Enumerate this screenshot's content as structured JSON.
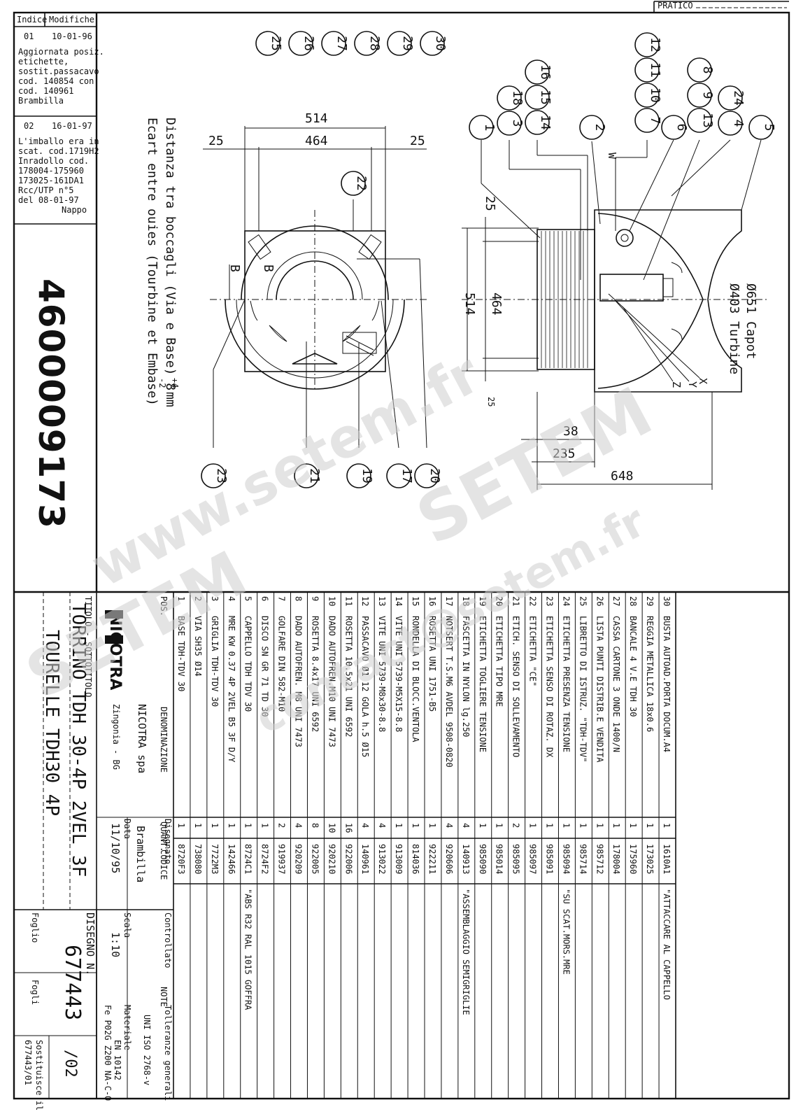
{
  "header": {
    "pratico": "PRATICO"
  },
  "revisions": {
    "col_index": "Indice",
    "col_mod": "Modifiche",
    "rev1": {
      "index": "01",
      "date": "10-01-96",
      "lines": [
        "Aggiornata posiz.",
        "etichette,",
        "sostit.passacavo",
        "cod. 140854 con",
        "cod. 140961",
        "Brambilla"
      ]
    },
    "rev2": {
      "index": "02",
      "date": "16-01-97",
      "lines": [
        "L'imballo era in",
        "scat. cod.1719H2",
        "Inradollo cod.",
        "178004-175960",
        "173025-161DA1",
        "Rcc/UTP n°5",
        "del 08-01-97"
      ],
      "author": "Nappo"
    }
  },
  "big_code": "4600009173",
  "drawing": {
    "note_it": "Distanza tra boccagli (Via e Base) 8",
    "note_tol_plus": "+4",
    "note_tol_minus": "-2",
    "note_unit": "mm",
    "note_fr": "Ecart entre ouies (Tourbine et Embase)",
    "dims": {
      "d514": "514",
      "d464": "464",
      "d25a": "25",
      "d25b": "25",
      "s25a": "25",
      "s514": "514",
      "s464": "464",
      "s25b": "25",
      "d38": "38",
      "d235": "235",
      "d648": "648"
    },
    "cap_dia": "Ø651 Capot",
    "turbine_dia": "Ø403 Turbine",
    "view_labels": {
      "B1": "B",
      "B2": "B",
      "W": "W",
      "X": "X",
      "Y": "Y",
      "Z": "Z"
    },
    "balloons_top": [
      "25",
      "26",
      "27",
      "28",
      "29",
      "30"
    ],
    "balloons_stack1": [
      "16",
      "15",
      "14"
    ],
    "balloons_stack2": [
      "18",
      "3"
    ],
    "balloons_stack3": [
      "12",
      "11",
      "10",
      "7"
    ],
    "balloons_stack4": [
      "8",
      "9",
      "13"
    ],
    "balloons_stack5": [
      "24",
      "4"
    ],
    "balloons_misc": {
      "b1": "1",
      "b2": "2",
      "b5": "5",
      "b6": "6",
      "b22": "22",
      "b23": "23",
      "b21": "21",
      "b19": "19",
      "b17": "17",
      "b20": "20"
    }
  },
  "parts_table": {
    "header_pos": "POS.",
    "header_denom": "DENOMINAZIONE",
    "header_qty": "QUANT.",
    "header_code": "CODICE",
    "header_notes": "NOTE",
    "rows": [
      {
        "pos": "1",
        "name": "BASE TDH-TDV 30",
        "qty": "1",
        "code": "8720F3",
        "note": ""
      },
      {
        "pos": "2",
        "name": "VIA SH35 Ø14",
        "qty": "1",
        "code": "738080",
        "note": ""
      },
      {
        "pos": "3",
        "name": "GRIGLIA TDH-TDV 30",
        "qty": "1",
        "code": "7722M3",
        "note": ""
      },
      {
        "pos": "4",
        "name": "MRE KW 0.37 4P 2VEL B5 3F D/Y",
        "qty": "1",
        "code": "142466",
        "note": ""
      },
      {
        "pos": "5",
        "name": "CAPPELLO TDH TDV 30",
        "qty": "1",
        "code": "8724C1",
        "note": "\"ABS R32 RAL 1015 GOFFRA"
      },
      {
        "pos": "6",
        "name": "DISCO SN GR 71 TD 30",
        "qty": "1",
        "code": "8724F2",
        "note": ""
      },
      {
        "pos": "7",
        "name": "GOLFARE DIN 582-M10",
        "qty": "2",
        "code": "919937",
        "note": ""
      },
      {
        "pos": "8",
        "name": "DADO AUTOFREN. M8 UNI 7473",
        "qty": "4",
        "code": "920209",
        "note": ""
      },
      {
        "pos": "9",
        "name": "ROSETTA 8.4x17 UNI 6592",
        "qty": "8",
        "code": "922005",
        "note": ""
      },
      {
        "pos": "10",
        "name": "DADO AUTOFREN.M10 UNI 7473",
        "qty": "10",
        "code": "920210",
        "note": ""
      },
      {
        "pos": "11",
        "name": "ROSETTA 10.5x21 UNI 6592",
        "qty": "16",
        "code": "922006",
        "note": ""
      },
      {
        "pos": "12",
        "name": "PASSACAVO Ø1 12 GOLA h.5 Ø15",
        "qty": "4",
        "code": "140961",
        "note": ""
      },
      {
        "pos": "13",
        "name": "VITE UNI 5739-M8x30-8.8",
        "qty": "4",
        "code": "913022",
        "note": ""
      },
      {
        "pos": "14",
        "name": "VITE UNI 5739-M5X15-8.8",
        "qty": "1",
        "code": "913009",
        "note": ""
      },
      {
        "pos": "15",
        "name": "RONDELLA DI BLOCC.VENTOLA",
        "qty": "1",
        "code": "814036",
        "note": ""
      },
      {
        "pos": "16",
        "name": "ROSETTA UNI 1751-B5",
        "qty": "1",
        "code": "922211",
        "note": ""
      },
      {
        "pos": "17",
        "name": "NOTSERT T.S.M6 AVDEL 9508-0820",
        "qty": "4",
        "code": "920606",
        "note": ""
      },
      {
        "pos": "18",
        "name": "FASCETTA IN NYLON lg.250",
        "qty": "4",
        "code": "140913",
        "note": "\"ASSEMBLAGGIO SEMIGRIGLIE"
      },
      {
        "pos": "19",
        "name": "ETICHETTA TOGLIERE TENSIONE",
        "qty": "1",
        "code": "985090",
        "note": ""
      },
      {
        "pos": "20",
        "name": "ETICHETTA TIPO MRE",
        "qty": "1",
        "code": "985014",
        "note": ""
      },
      {
        "pos": "21",
        "name": "ETICH. SENSO DI SOLLEVAMENTO",
        "qty": "2",
        "code": "985095",
        "note": ""
      },
      {
        "pos": "22",
        "name": "ETICHETTA \"CE\"",
        "qty": "1",
        "code": "985097",
        "note": ""
      },
      {
        "pos": "23",
        "name": "ETICHETTA SENSO DI ROTAZ. DX",
        "qty": "1",
        "code": "985091",
        "note": ""
      },
      {
        "pos": "24",
        "name": "ETICHETTA PRESENZA TENSIONE",
        "qty": "1",
        "code": "985094",
        "note": "\"SU SCAT.MORS.MRE"
      },
      {
        "pos": "25",
        "name": "LIBRETTO DI ISTRUZ. \"TDH-TDV\"",
        "qty": "1",
        "code": "985714",
        "note": ""
      },
      {
        "pos": "26",
        "name": "LISTA PUNTI DISTRIB.E VENDITA",
        "qty": "1",
        "code": "985712",
        "note": ""
      },
      {
        "pos": "27",
        "name": "CASSA CARTONE 3 ONDE 1400/N",
        "qty": "1",
        "code": "178004",
        "note": ""
      },
      {
        "pos": "28",
        "name": "BANCALE 4 V.E TDH 30",
        "qty": "1",
        "code": "175960",
        "note": ""
      },
      {
        "pos": "29",
        "name": "REGGIA METALLICA 18x0.6",
        "qty": "1",
        "code": "173025",
        "note": ""
      },
      {
        "pos": "30",
        "name": "BUSTA AUTOAD.PORTA DOCUM.A4",
        "qty": "1",
        "code": "1610A1",
        "note": "\"ATTACCARE AL CAPPELLO"
      }
    ]
  },
  "title_block": {
    "label_title": "TITOLO - SOTTOTITOLO",
    "title1": "TORRINO TDH 30-4P 2VEL 3F",
    "title2": "TOURELLE TDH30 4P",
    "logo": "NICOTRA",
    "company": "NICOTRA spa",
    "city": "Zingonia - BG",
    "label_designer": "Disegnato",
    "designer": "Brambilla",
    "label_date": "Data",
    "date": "11/10/95",
    "label_checked": "Controllato",
    "label_scale": "Scala",
    "scale": "1:10",
    "label_material": "Materiale",
    "material": "EN 10142",
    "material2": "Fe P02G Z200 NA-C-O",
    "label_tol": "Tolleranze generali",
    "tolerance": "UNI ISO 2768-v",
    "label_drawing": "DISEGNO N.",
    "drawing_no": "677443",
    "sheet": "/02",
    "label_foglio": "Foglio",
    "label_fogli": "Fogli",
    "label_replaces": "Sostituisce il",
    "replaces": "677443/01"
  },
  "watermark": {
    "w1": "www.setem.fr",
    "w2": "SETEM",
    "w3": "contact@setem.fr",
    "w4": "SETEM"
  }
}
